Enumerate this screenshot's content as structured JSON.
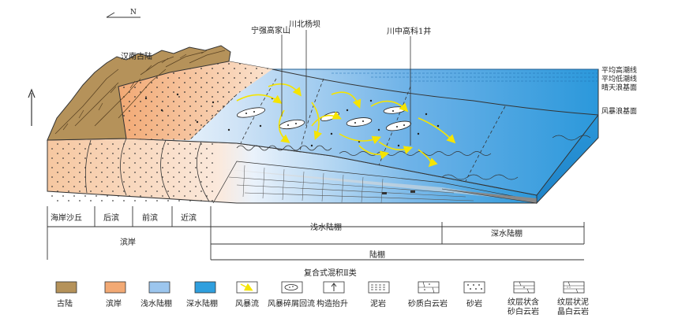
{
  "north_label": "N",
  "diagram": {
    "landmass": "汉南古陆",
    "wells": {
      "ningqiang": "宁强高家山",
      "chuanbei": "川北杨坝",
      "chuanzhong": "川中高科1井"
    },
    "levels": {
      "high_tide": "平均高潮线",
      "low_tide": "平均低潮线",
      "fair_weather": "晴天浪基面",
      "storm": "风暴浪基面"
    }
  },
  "zones": {
    "sub": [
      "海岸沙丘",
      "后滨",
      "前滨",
      "近滨"
    ],
    "shallow_shelf": "浅水陆棚",
    "deep_shelf": "深水陆棚",
    "coast": "滨岸",
    "shelf": "陆棚"
  },
  "legend": {
    "title": "复合式混积Ⅱ类",
    "items": [
      {
        "label": "古陆",
        "color": "#b5925a"
      },
      {
        "label": "滨岸",
        "color": "#f2a974"
      },
      {
        "label": "浅水陆棚",
        "color": "#9cc6ee"
      },
      {
        "label": "深水陆棚",
        "color": "#2f9fde"
      },
      {
        "label": "风暴流"
      },
      {
        "label": "风暴碎屑回流"
      },
      {
        "label": "构造抬升"
      },
      {
        "label": "泥岩"
      },
      {
        "label": "砂质白云岩"
      },
      {
        "label": "砂岩"
      },
      {
        "label": "纹层状含",
        "label2": "砂白云岩"
      },
      {
        "label": "纹层状泥",
        "label2": "晶白云岩"
      }
    ]
  }
}
